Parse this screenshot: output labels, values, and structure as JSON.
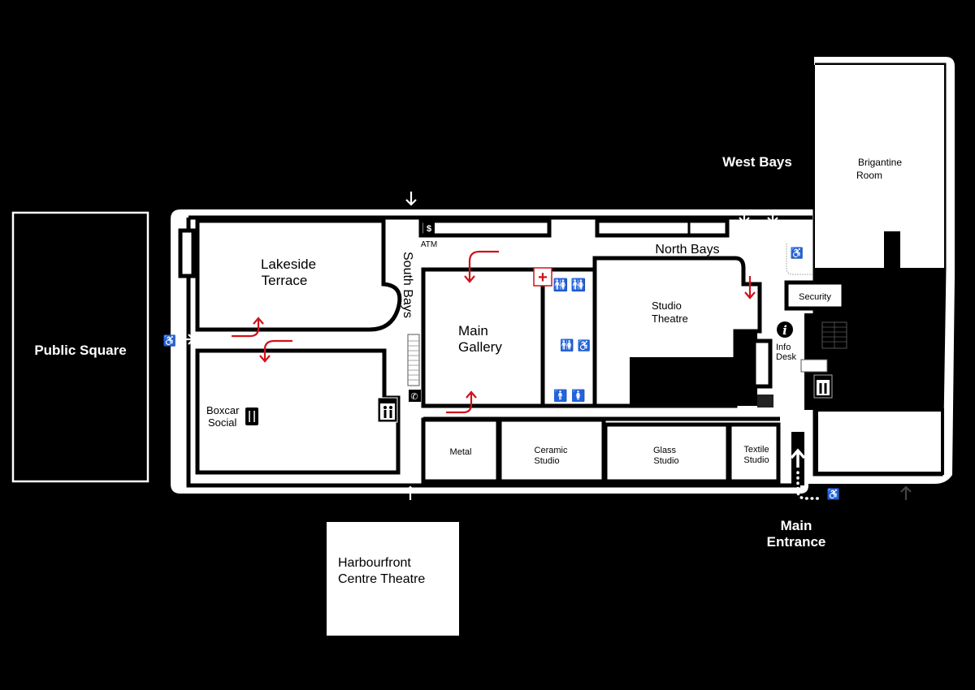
{
  "map": {
    "outside": {
      "public_square": "Public Square",
      "harbourfront_theatre": [
        "Harbourfront",
        "Centre Theatre"
      ],
      "west_bays": "West Bays",
      "main_entrance": [
        "Main",
        "Entrance"
      ]
    },
    "rooms": {
      "lakeside_terrace": [
        "Lakeside",
        "Terrace"
      ],
      "boxcar_social": [
        "Boxcar",
        "Social"
      ],
      "south_bays": "South Bays",
      "main_gallery": [
        "Main",
        "Gallery"
      ],
      "north_bays": "North Bays",
      "studio_theatre": [
        "Studio",
        "Theatre"
      ],
      "brigantine_room": [
        "Brigantine",
        "Room"
      ],
      "security": "Security",
      "info_desk": [
        "Info",
        "Desk"
      ],
      "atm": "ATM",
      "metal": "Metal",
      "ceramic_studio": [
        "Ceramic",
        "Studio"
      ],
      "glass_studio": [
        "Glass",
        "Studio"
      ],
      "textile_studio": [
        "Textile",
        "Studio"
      ]
    },
    "icons": {
      "atm": "$",
      "info": "i",
      "first_aid": "+",
      "wheelchair": "♿",
      "phone": "✆",
      "restaurant": "fork-knife",
      "elevator": "elevator",
      "washroom": "washroom"
    },
    "colors": {
      "background": "#000000",
      "building": "#ffffff",
      "accent": "#d0121b"
    }
  }
}
